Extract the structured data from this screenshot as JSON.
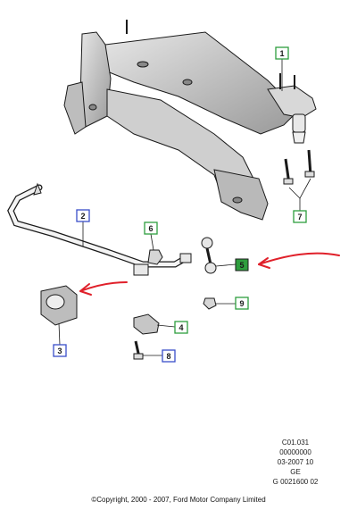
{
  "callouts": [
    {
      "id": "1",
      "label": "1",
      "style": "green"
    },
    {
      "id": "2",
      "label": "2",
      "style": "blue"
    },
    {
      "id": "3",
      "label": "3",
      "style": "blue"
    },
    {
      "id": "4",
      "label": "4",
      "style": "green"
    },
    {
      "id": "5",
      "label": "5",
      "style": "green-filled"
    },
    {
      "id": "6",
      "label": "6",
      "style": "green"
    },
    {
      "id": "7",
      "label": "7",
      "style": "green"
    },
    {
      "id": "8",
      "label": "8",
      "style": "blue"
    },
    {
      "id": "9",
      "label": "9",
      "style": "green"
    }
  ],
  "reference_block": {
    "line1": "C01.031",
    "line2": "00000000",
    "line3": "03-2007 10",
    "line4": "GE",
    "line5": "G 0021600 02"
  },
  "copyright": "©Copyright, 2000 - 2007, Ford Motor Company Limited",
  "colors": {
    "green_callout": "#2e9e3e",
    "blue_callout": "#3a4fc9",
    "annotation_arrow": "#e0202a",
    "line_art": "#1a1a1a",
    "shading": "#c8c8c8"
  }
}
